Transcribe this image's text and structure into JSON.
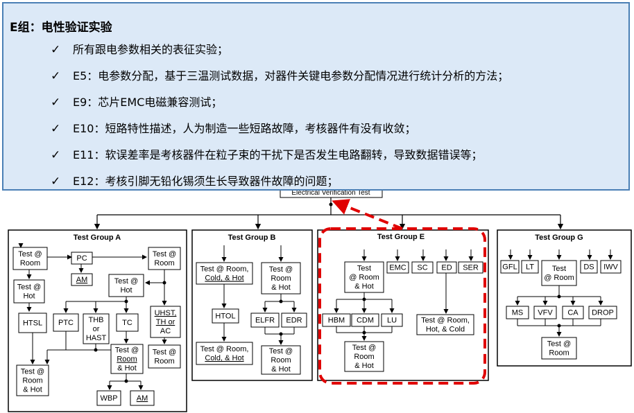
{
  "callout": {
    "title": "E组：电性验证实验",
    "check_icon": "check-icon",
    "items": [
      "所有跟电参数相关的表征实验；",
      "E5：电参数分配，基于三温测试数据，对器件关键电参数分配情况进行统计分析的方法；",
      "E9：芯片EMC电磁兼容测试；",
      "E10：短路特性描述，人为制造一些短路故障，考核器件有没有收敛；",
      "E11：软误差率是考核器件在粒子束的干扰下是否发生电路翻转，导致数据错误等；",
      "E12：考核引脚无铅化锡须生长导致器件故障的问题；"
    ]
  },
  "diagram": {
    "root_label": "Electrical Verification Test",
    "colors": {
      "callout_bg": "#dce9f7",
      "callout_border": "#4a7fb5",
      "highlight": "#e00000"
    },
    "groups": {
      "a": {
        "title": "Test Group A",
        "room": [
          "Test @",
          "Room"
        ],
        "pc": "PC",
        "am_pc": "AM",
        "room_right": [
          "Test @",
          "Room"
        ],
        "hot": [
          "Test @",
          "Hot"
        ],
        "hot_mid": [
          "Test @",
          "Hot"
        ],
        "htsl": "HTSL",
        "ptc": "PTC",
        "thb": [
          "THB",
          "or",
          "HAST"
        ],
        "tc": "TC",
        "uhst": [
          "UHST,",
          "TH or",
          "AC"
        ],
        "room_hot_tc": [
          "Test @",
          "Room",
          "& Hot"
        ],
        "room_right2": [
          "Test @",
          "Room"
        ],
        "room_hot_left": [
          "Test @",
          "Room",
          "& Hot"
        ],
        "wbp": "WBP",
        "am_bottom": "AM"
      },
      "b": {
        "title": "Test Group B",
        "rch": [
          "Test @ Room,",
          "Cold, & Hot"
        ],
        "roomhot": [
          "Test @",
          "Room",
          "& Hot"
        ],
        "htol": "HTOL",
        "elfr": "ELFR",
        "edr": "EDR",
        "rch2": [
          "Test @ Room,",
          "Cold, & Hot"
        ],
        "roomhot2": [
          "Test @",
          "Room",
          "& Hot"
        ]
      },
      "e": {
        "title": "Test Group E",
        "roomhot": [
          "Test",
          "@ Room",
          "& Hot"
        ],
        "emc": "EMC",
        "sc": "SC",
        "ed": "ED",
        "ser": "SER",
        "hbm": "HBM",
        "cdm": "CDM",
        "lu": "LU",
        "rhc": [
          "Test @ Room,",
          "Hot, & Cold"
        ],
        "roomhot2": [
          "Test @",
          "Room",
          "& Hot"
        ]
      },
      "g": {
        "title": "Test Group G",
        "gfl": "GFL",
        "lt": "LT",
        "room": [
          "Test",
          "@ Room"
        ],
        "ds": "DS",
        "iwv": "IWV",
        "ms": "MS",
        "vfv": "VFV",
        "ca": "CA",
        "drop": "DROP",
        "room2": [
          "Test @",
          "Room"
        ]
      }
    }
  }
}
